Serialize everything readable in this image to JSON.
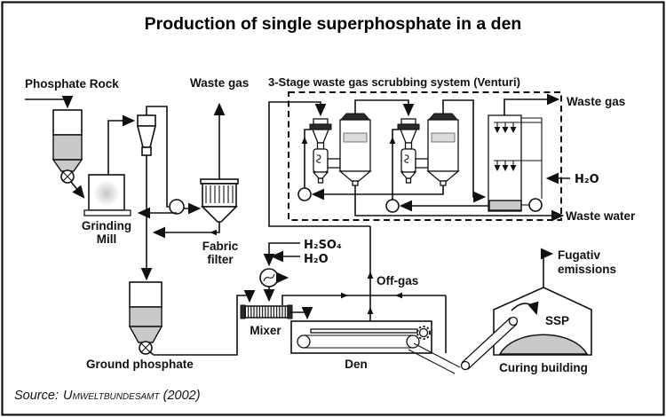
{
  "window": {
    "title": "Production of single superphosphate in a den"
  },
  "diagram": {
    "scrubber_title": "3-Stage waste gas scrubbing system (Venturi)",
    "labels": {
      "phosphate_rock": "Phosphate Rock",
      "waste_gas_filter": "Waste gas",
      "grinding_mill_line1": "Grinding",
      "grinding_mill_line2": "Mill",
      "fabric_filter_line1": "Fabric",
      "fabric_filter_line2": "filter",
      "ground_phosphate": "Ground phosphate",
      "h2so4": "H₂SO₄",
      "h2o_mixer": "H₂O",
      "mixer": "Mixer",
      "off_gas": "Off-gas",
      "den": "Den",
      "waste_gas_out": "Waste gas",
      "h2o_scrubber": "H₂O",
      "waste_water": "Waste water",
      "fugitive_line1": "Fugativ",
      "fugitive_line2": "emissions",
      "ssp": "SSP",
      "curing_building": "Curing building"
    }
  },
  "source": {
    "prefix": "Source:",
    "reference": "Umweltbundesamt (2002)"
  },
  "colors": {
    "line": "#111111",
    "material_fill": "#c9c9c9",
    "dark_cap": "#2a2a2a",
    "window_band": "#dcdcdc",
    "background": "#ffffff"
  }
}
